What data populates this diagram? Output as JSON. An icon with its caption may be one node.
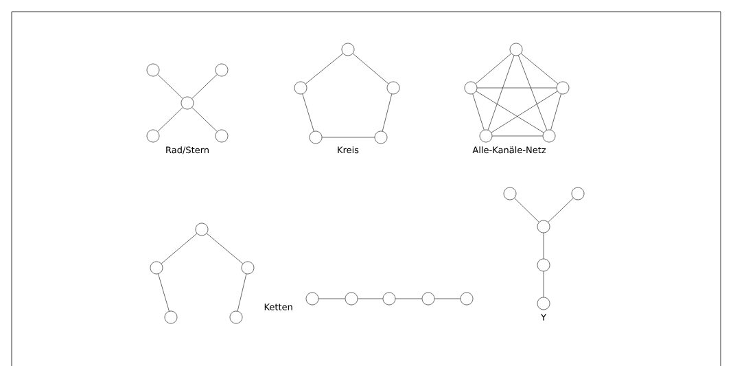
{
  "diagram": {
    "nodes": [
      {
        "text": [],
        "shape": "circle"
      },
      {
        "text": [],
        "shape": "circle"
      },
      {
        "text": [],
        "shape": "circle"
      },
      {
        "text": [],
        "shape": "circle"
      },
      {
        "text": [],
        "shape": "circle"
      },
      {
        "text": [],
        "shape": "circle"
      },
      {
        "text": [],
        "shape": "circle"
      },
      {
        "text": [],
        "shape": "circle"
      },
      {
        "text": [],
        "shape": "circle"
      },
      {
        "text": [],
        "shape": "circle"
      },
      {
        "text": [],
        "shape": "circle"
      },
      {
        "text": [],
        "shape": "circle"
      },
      {
        "text": [],
        "shape": "circle"
      },
      {
        "text": [],
        "shape": "circle"
      },
      {
        "text": [],
        "shape": "circle"
      },
      {
        "text": [],
        "shape": "circle"
      },
      {
        "text": [],
        "shape": "circle"
      },
      {
        "text": [],
        "shape": "circle"
      },
      {
        "text": [],
        "shape": "circle"
      },
      {
        "text": [],
        "shape": "circle"
      },
      {
        "text": [],
        "shape": "circle"
      },
      {
        "text": [],
        "shape": "circle"
      },
      {
        "text": [],
        "shape": "circle"
      },
      {
        "text": [],
        "shape": "circle"
      },
      {
        "text": [],
        "shape": "circle"
      },
      {
        "text": [],
        "shape": "circle"
      },
      {
        "text": [],
        "shape": "circle"
      },
      {
        "text": [],
        "shape": "circle"
      },
      {
        "text": [],
        "shape": "circle"
      },
      {
        "text": [],
        "shape": "circle"
      }
    ],
    "edges": [
      {
        "from": 2,
        "to": 0,
        "arrow": "none"
      },
      {
        "from": 2,
        "to": 1,
        "arrow": "none"
      },
      {
        "from": 2,
        "to": 3,
        "arrow": "none"
      },
      {
        "from": 2,
        "to": 4,
        "arrow": "none"
      },
      {
        "from": 5,
        "to": 6,
        "arrow": "none"
      },
      {
        "from": 5,
        "to": 7,
        "arrow": "none"
      },
      {
        "from": 6,
        "to": 8,
        "arrow": "none"
      },
      {
        "from": 7,
        "to": 9,
        "arrow": "none"
      },
      {
        "from": 8,
        "to": 9,
        "arrow": "none"
      },
      {
        "from": 10,
        "to": 11,
        "arrow": "none"
      },
      {
        "from": 10,
        "to": 12,
        "arrow": "none"
      },
      {
        "from": 10,
        "to": 13,
        "arrow": "none"
      },
      {
        "from": 10,
        "to": 14,
        "arrow": "none"
      },
      {
        "from": 11,
        "to": 12,
        "arrow": "none"
      },
      {
        "from": 11,
        "to": 13,
        "arrow": "none"
      },
      {
        "from": 11,
        "to": 14,
        "arrow": "none"
      },
      {
        "from": 12,
        "to": 13,
        "arrow": "none"
      },
      {
        "from": 12,
        "to": 14,
        "arrow": "none"
      },
      {
        "from": 13,
        "to": 14,
        "arrow": "none"
      },
      {
        "from": 15,
        "to": 16,
        "arrow": "none"
      },
      {
        "from": 15,
        "to": 17,
        "arrow": "none"
      },
      {
        "from": 16,
        "to": 18,
        "arrow": "none"
      },
      {
        "from": 17,
        "to": 19,
        "arrow": "none"
      },
      {
        "from": 20,
        "to": 21,
        "arrow": "none"
      },
      {
        "from": 21,
        "to": 22,
        "arrow": "none"
      },
      {
        "from": 22,
        "to": 23,
        "arrow": "none"
      },
      {
        "from": 23,
        "to": 24,
        "arrow": "none"
      },
      {
        "from": 25,
        "to": 27,
        "arrow": "none"
      },
      {
        "from": 26,
        "to": 27,
        "arrow": "none"
      },
      {
        "from": 27,
        "to": 28,
        "arrow": "none"
      },
      {
        "from": 28,
        "to": 29,
        "arrow": "none"
      }
    ],
    "labels": [
      "Rad/Stern",
      "Kreis",
      "Alle-Kanäle-Netz",
      "Ketten",
      "Y"
    ]
  }
}
